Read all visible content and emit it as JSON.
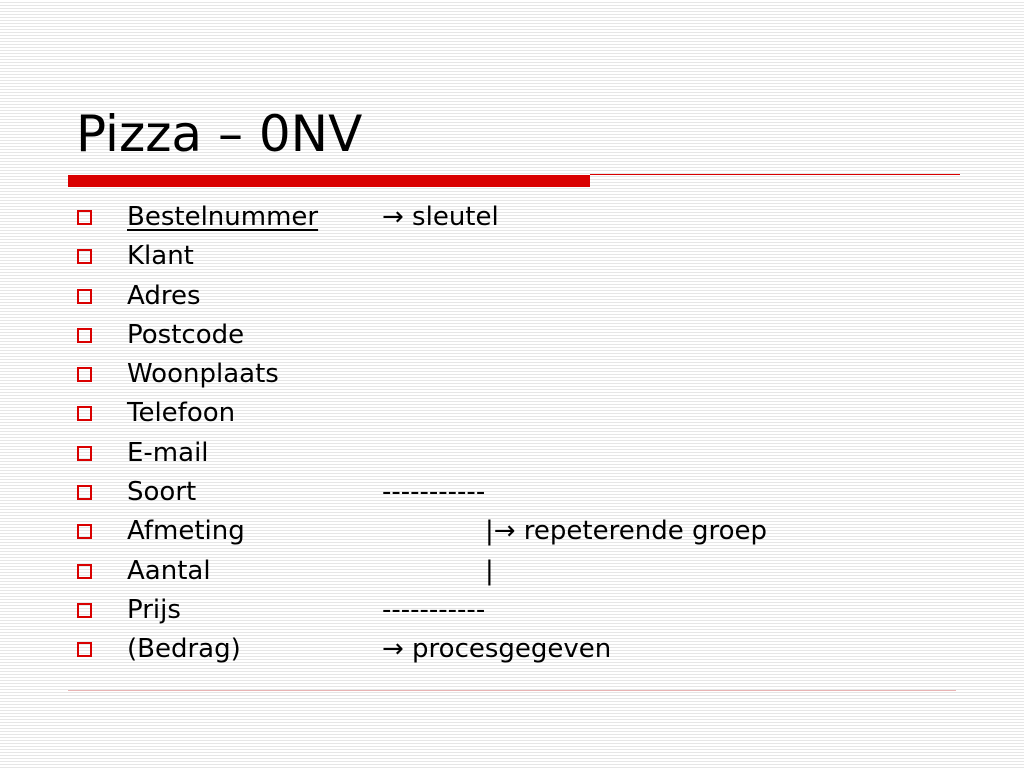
{
  "slide": {
    "title": "Pizza – 0NV",
    "colors": {
      "accent": "#d90000",
      "background_stripe": "#e6e6e6"
    },
    "bullet_icon": "hollow-square",
    "items": [
      {
        "label": "Bestelnummer",
        "note": "→ sleutel"
      },
      {
        "label": "Klant",
        "note": ""
      },
      {
        "label": "Adres",
        "note": ""
      },
      {
        "label": "Postcode",
        "note": ""
      },
      {
        "label": "Woonplaats",
        "note": ""
      },
      {
        "label": "Telefoon",
        "note": ""
      },
      {
        "label": "E-mail",
        "note": ""
      },
      {
        "label": "Soort",
        "note": "-----------"
      },
      {
        "label": "Afmeting",
        "note": "|→ repeterende groep"
      },
      {
        "label": "Aantal",
        "note": "|"
      },
      {
        "label": "Prijs",
        "note": "-----------"
      },
      {
        "label": "(Bedrag)",
        "note": "→ procesgegeven"
      }
    ]
  }
}
